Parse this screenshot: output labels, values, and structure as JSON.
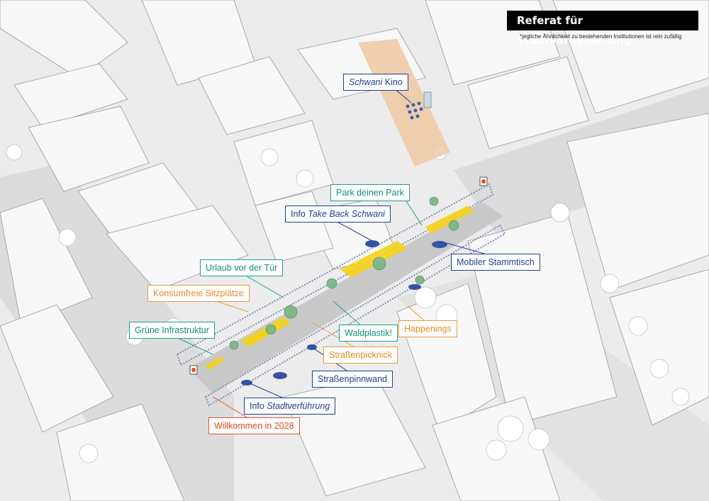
{
  "header": {
    "title": "Referat für Stadtverbesserung*",
    "footnote": "*jegliche Ähnlichkeit zu bestehenden Institutionen ist rein zufällig"
  },
  "labels": {
    "kino_italic": "Schwani",
    "kino_rest": " Kino",
    "park": "Park deinen Park",
    "info_tbs_prefix": "Info ",
    "info_tbs_italic": "Take Back Schwani",
    "stammtisch": "Mobiler Stammtisch",
    "urlaub": "Urlaub vor der Tür",
    "konsumfrei": "Konsumfreie Sitzplätze",
    "gruen": "Grüne Infrastruktur",
    "waldplastik": "Waldplastik!",
    "happenings": "Happenings",
    "picknick": "Straßenpicknick",
    "pinnwand": "Straßenpinnwand",
    "info_sv_prefix": "Info ",
    "info_sv_italic": "Stadtverführung",
    "willkommen": "Willkommen in 2028"
  },
  "colors": {
    "teal": "#19a38c",
    "blue": "#1f3f8f",
    "orange": "#f09a3a",
    "red": "#e0562a"
  }
}
